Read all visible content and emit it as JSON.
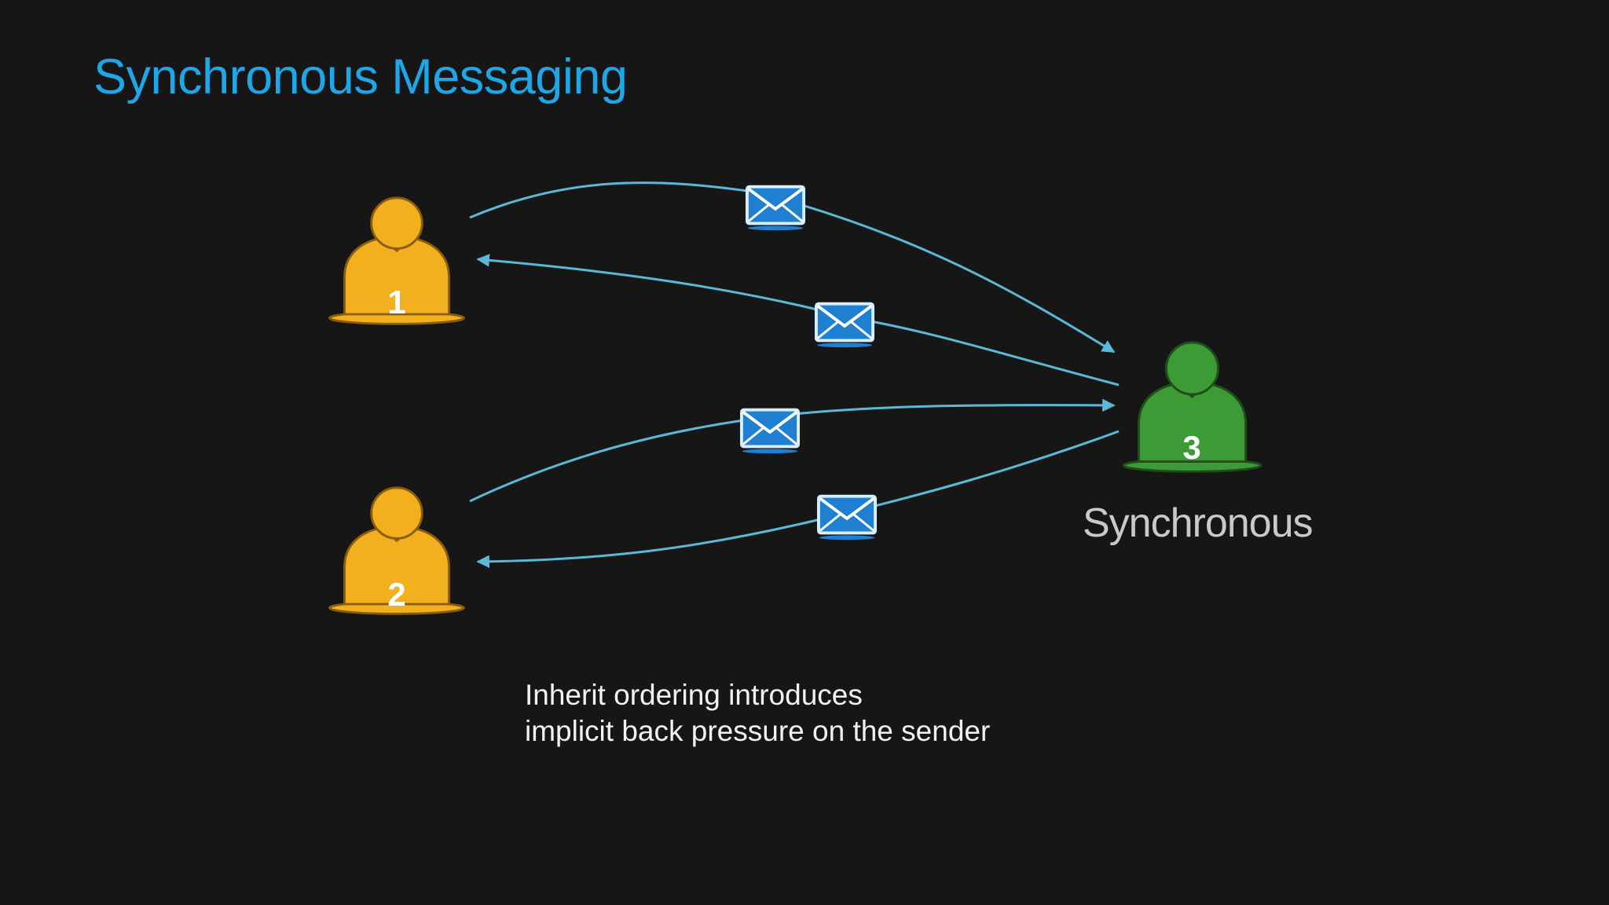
{
  "slide": {
    "title": "Synchronous Messaging",
    "receiver_label": "Synchronous",
    "caption_lines": [
      "Inherit ordering introduces",
      "implicit back pressure on the sender"
    ]
  },
  "actors": [
    {
      "id": "actor-1",
      "number": "1",
      "color": "#f2b01e",
      "icon": "person-icon"
    },
    {
      "id": "actor-2",
      "number": "2",
      "color": "#f2b01e",
      "icon": "person-icon"
    },
    {
      "id": "actor-3",
      "number": "3",
      "color": "#3d9b35",
      "icon": "person-icon"
    }
  ],
  "messages": [
    {
      "from": "1",
      "to": "3",
      "icon": "envelope-icon"
    },
    {
      "from": "3",
      "to": "1",
      "icon": "envelope-icon"
    },
    {
      "from": "2",
      "to": "3",
      "icon": "envelope-icon"
    },
    {
      "from": "3",
      "to": "2",
      "icon": "envelope-icon"
    }
  ],
  "colors": {
    "background": "#161617",
    "title": "#1ea6e6",
    "arrow": "#5bb8d6",
    "envelope": "#1f7fd0"
  }
}
